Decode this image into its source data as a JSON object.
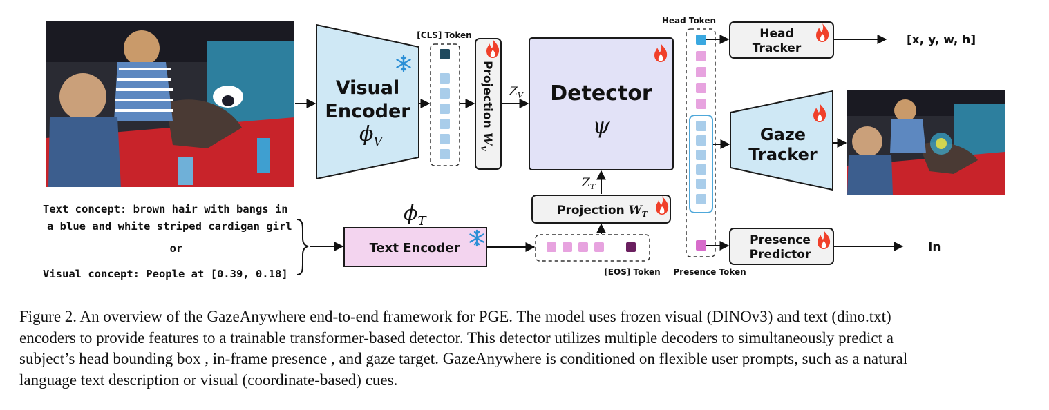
{
  "diagram": {
    "visual_encoder": {
      "line1": "Visual",
      "line2": "Encoder",
      "symbol": "ϕ",
      "sub": "V"
    },
    "cls_token_label": "[CLS] Token",
    "projection_v": {
      "label": "Projection ",
      "symbol": "W",
      "sub": "V"
    },
    "z_v": {
      "symbol": "Z",
      "sub": "V"
    },
    "detector": {
      "title": "Detector",
      "symbol": "ψ"
    },
    "z_t": {
      "symbol": "Z",
      "sub": "T"
    },
    "projection_t": {
      "label": "Projection ",
      "symbol": "W",
      "sub": "T"
    },
    "text_encoder": {
      "label": "Text Encoder",
      "symbol": "ϕ",
      "sub": "T"
    },
    "eos_token_label": "[EOS] Token",
    "head_token_label": "Head Token",
    "presence_token_label": "Presence Token",
    "head_tracker": {
      "line1": "Head",
      "line2": "Tracker"
    },
    "gaze_tracker": {
      "line1": "Gaze",
      "line2": "Tracker"
    },
    "presence_predictor": {
      "line1": "Presence",
      "line2": "Predictor"
    },
    "bbox_output": "[x, y, w, h]",
    "presence_output": "In",
    "prompt": {
      "text_concept_line1": "Text concept: brown hair with bangs in",
      "text_concept_line2": "a blue and white striped cardigan girl",
      "or": "or",
      "visual_concept": "Visual concept: People at [0.39, 0.18]"
    },
    "icons": [
      "snowflake-icon",
      "fire-icon"
    ],
    "colors": {
      "encoder_fill": "#cfe8f5",
      "detector_fill": "#e2e2f7",
      "text_encoder_fill": "#f3d4ef",
      "module_fill": "#f2f2f2",
      "token_blue": "#a9cdea",
      "token_pink": "#e7a3df",
      "token_dark": "#1f4a5e",
      "token_purple": "#6a1f5f",
      "fire": "#f0402a",
      "snowflake": "#2b8fd6"
    }
  },
  "caption": {
    "line1": "Figure 2. An overview of the GazeAnywhere end-to-end framework for PGE. The model uses frozen visual (DINOv3) and text (dino.txt)",
    "line2": "encoders to provide features to a trainable transformer-based detector. This detector utilizes multiple decoders to simultaneously predict a",
    "line3": "subject’s head bounding box , in-frame presence , and gaze target. GazeAnywhere is conditioned on flexible user prompts, such as a natural",
    "line4": "language text description or visual (coordinate-based) cues."
  }
}
